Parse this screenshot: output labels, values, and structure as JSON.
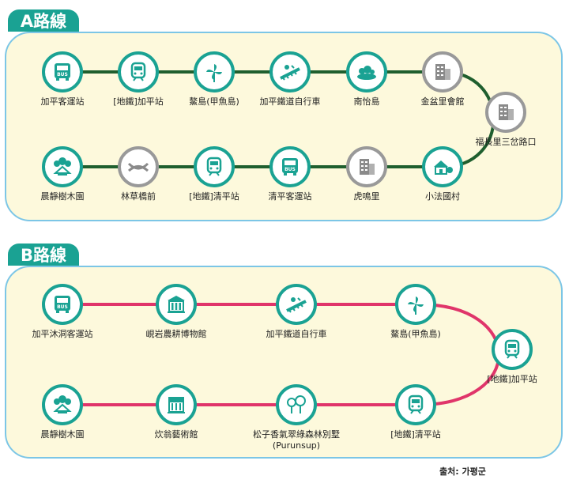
{
  "route_a": {
    "title": "A路線",
    "line_color": "#1f5f2e",
    "stations": [
      {
        "name": "加平客運站",
        "icon": "bus-icon",
        "color": "green"
      },
      {
        "name": "[地鐵]加平站",
        "icon": "subway-icon",
        "color": "green"
      },
      {
        "name": "鰲島(甲魚島)",
        "icon": "pinwheel-icon",
        "color": "green"
      },
      {
        "name": "加平鐵道自行車",
        "icon": "rail-bike-icon",
        "color": "green"
      },
      {
        "name": "南怡島",
        "icon": "island-icon",
        "color": "green"
      },
      {
        "name": "金盆里會館",
        "icon": "building-icon",
        "color": "gray"
      },
      {
        "name": "福長里三岔路口",
        "icon": "building-icon",
        "color": "gray"
      },
      {
        "name": "小法國村",
        "icon": "house-icon",
        "color": "green"
      },
      {
        "name": "虎鳴里",
        "icon": "building-icon",
        "color": "gray"
      },
      {
        "name": "清平客運站",
        "icon": "bus-icon",
        "color": "green"
      },
      {
        "name": "[地鐵]清平站",
        "icon": "subway-icon",
        "color": "green"
      },
      {
        "name": "林草橋前",
        "icon": "bridge-icon",
        "color": "gray"
      },
      {
        "name": "晨靜樹木園",
        "icon": "arboretum-icon",
        "color": "green"
      }
    ]
  },
  "route_b": {
    "title": "B路線",
    "line_color": "#e0356a",
    "stations": [
      {
        "name": "加平沐洞客運站",
        "icon": "bus-icon",
        "color": "green"
      },
      {
        "name": "峴岩農耕博物館",
        "icon": "museum-icon",
        "color": "green"
      },
      {
        "name": "加平鐵道自行車",
        "icon": "rail-bike-icon",
        "color": "green"
      },
      {
        "name": "鰲島(甲魚島)",
        "icon": "pinwheel-icon",
        "color": "green"
      },
      {
        "name": "[地鐵]加平站",
        "icon": "subway-icon",
        "color": "green"
      },
      {
        "name": "[地鐵]清平站",
        "icon": "subway-icon",
        "color": "green"
      },
      {
        "name": "松子香氣翠綠森林別墅",
        "sub": "(Purunsup)",
        "icon": "forest-icon",
        "color": "green"
      },
      {
        "name": "炊翁藝術館",
        "icon": "art-hall-icon",
        "color": "green"
      },
      {
        "name": "晨靜樹木園",
        "icon": "arboretum-icon",
        "color": "green"
      }
    ]
  },
  "colors": {
    "station_ring": "#1aa293",
    "gray_ring": "#999999",
    "panel_bg": "#fdf9dc",
    "panel_border": "#7cc6e6",
    "tab_bg": "#1aa293"
  },
  "source": "출처: 가평군"
}
